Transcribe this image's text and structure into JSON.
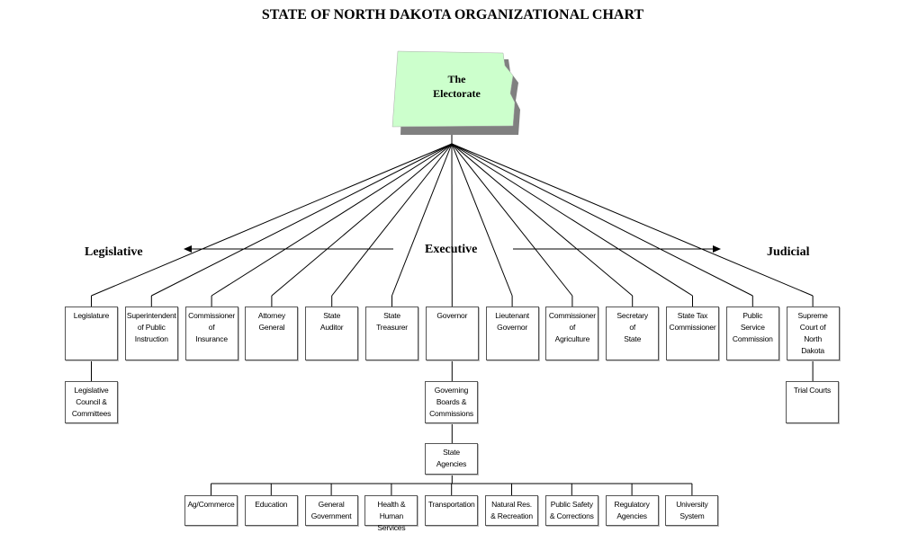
{
  "title": "STATE OF NORTH DAKOTA ORGANIZATIONAL CHART",
  "electorate": "The\nElectorate",
  "branches": {
    "legislative": "Legislative",
    "executive": "Executive",
    "judicial": "Judicial"
  },
  "offices": [
    "Legislature",
    "Superintendent\nof Public\nInstruction",
    "Commissioner\nof\nInsurance",
    "Attorney\nGeneral",
    "State\nAuditor",
    "State\nTreasurer",
    "Governor",
    "Lieutenant\nGovernor",
    "Commissioner\nof\nAgriculture",
    "Secretary\nof\nState",
    "State Tax\nCommissioner",
    "Public\nService\nCommission",
    "Supreme\nCourt of\nNorth\nDakota"
  ],
  "legislative_council": "Legislative\nCouncil &\nCommittees",
  "governing_boards": "Governing\nBoards &\nCommissions",
  "trial_courts": "Trial Courts",
  "state_agencies": "State\nAgencies",
  "agencies": [
    "Ag/Commerce",
    "Education",
    "General\nGovernment",
    "Health &\nHuman Services",
    "Transportation",
    "Natural Res.\n& Recreation",
    "Public Safety\n& Corrections",
    "Regulatory\nAgencies",
    "University\nSystem"
  ],
  "colors": {
    "electorate_fill": "#ccffcc",
    "electorate_shadow": "#808080"
  }
}
